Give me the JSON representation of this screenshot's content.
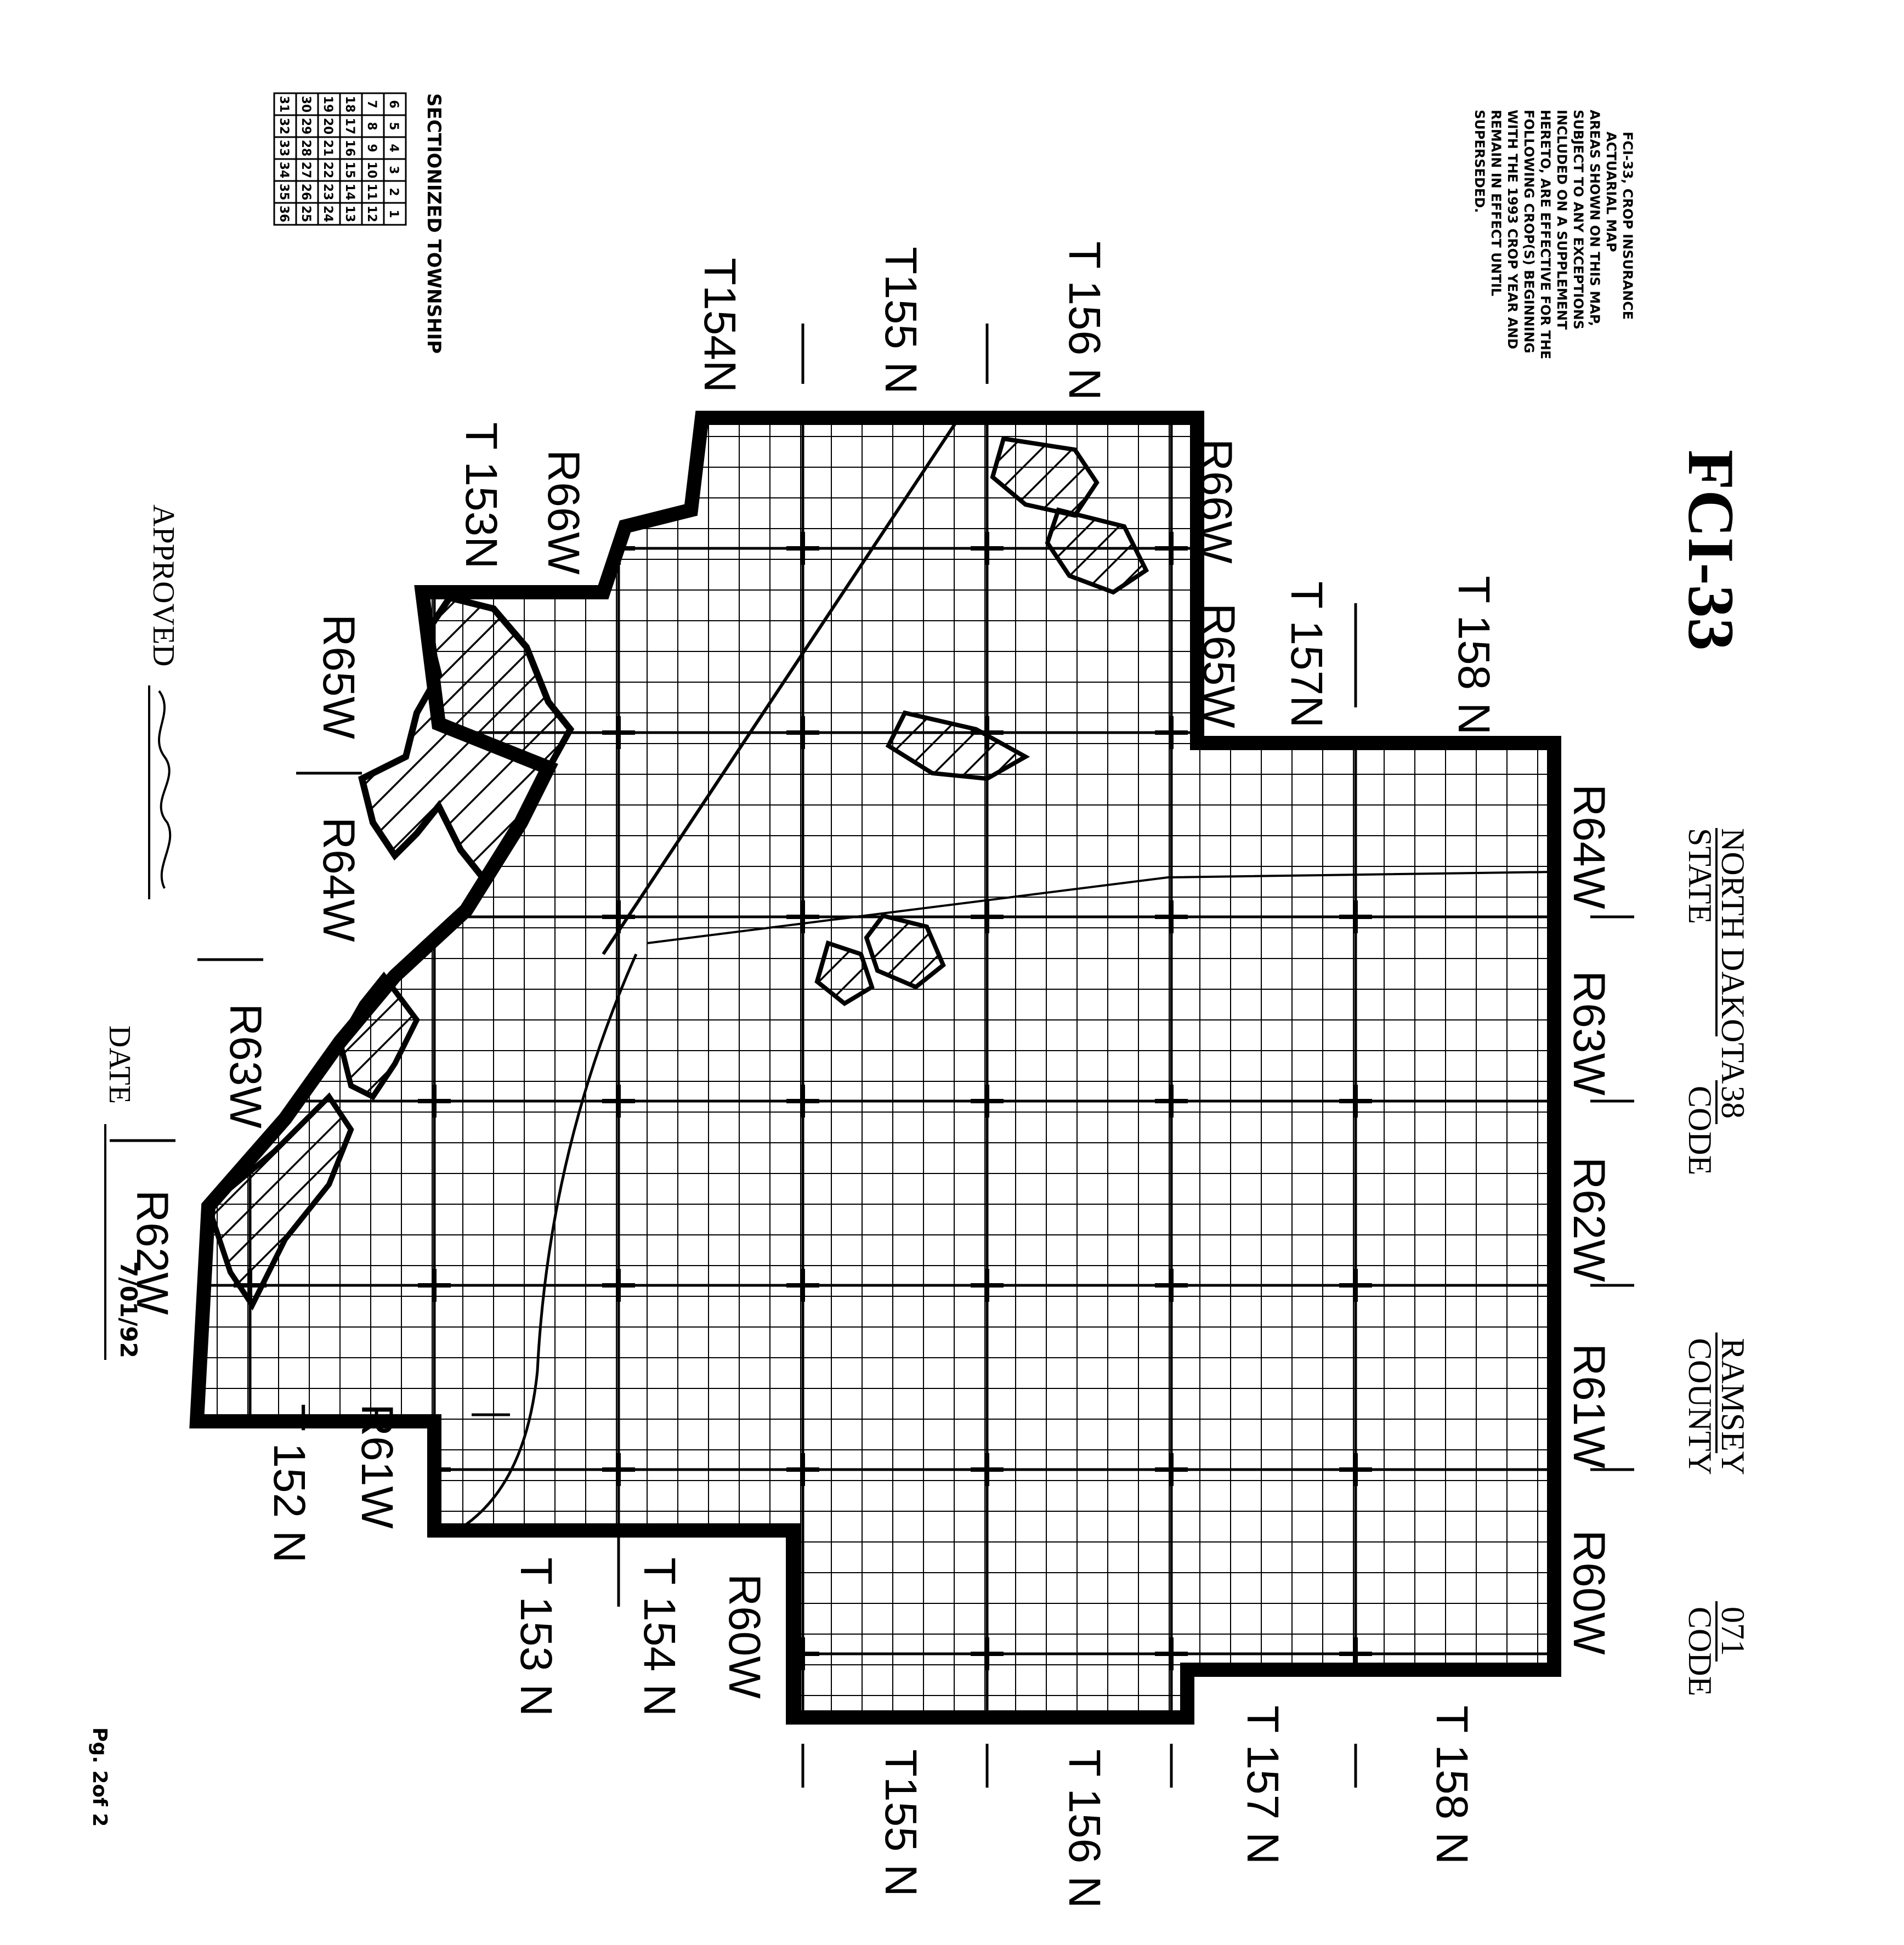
{
  "title": "FCI-33",
  "form_header": {
    "lines": [
      "FCI-33, CROP INSURANCE",
      "ACTUARIAL MAP",
      "AREAS SHOWN ON THIS MAP,",
      "SUBJECT TO ANY EXCEPTIONS",
      "INCLUDED ON A SUPPLEMENT",
      "HERETO, ARE EFFECTIVE FOR THE",
      "FOLLOWING CROP(S) BEGINNING",
      "WITH THE 1993 CROP YEAR AND",
      "REMAIN IN EFFECT UNTIL",
      "SUPERSEDED."
    ]
  },
  "location": {
    "state_name": "NORTH DAKOTA",
    "state_label": "STATE",
    "state_code": "38",
    "county_name": "RAMSEY",
    "county_label": "COUNTY",
    "county_code": "071",
    "code_label": "CODE"
  },
  "sectionized_township": {
    "title": "SECTIONIZED TOWNSHIP",
    "rows": [
      [
        "6",
        "5",
        "4",
        "3",
        "2",
        "1"
      ],
      [
        "7",
        "8",
        "9",
        "10",
        "11",
        "12"
      ],
      [
        "18",
        "17",
        "16",
        "15",
        "14",
        "13"
      ],
      [
        "19",
        "20",
        "21",
        "22",
        "23",
        "24"
      ],
      [
        "30",
        "29",
        "28",
        "27",
        "26",
        "25"
      ],
      [
        "31",
        "32",
        "33",
        "34",
        "35",
        "36"
      ]
    ]
  },
  "approved_label": "APPROVED",
  "date_label": "DATE",
  "date_value": "7/01/92",
  "page_label": "Pg. 2of 2",
  "township_labels": {
    "top": [
      "T154N",
      "T155 N",
      "T 156 N",
      "T 157N",
      "T 158 N"
    ],
    "bottom": [
      "T 153 N",
      "T 154 N",
      "T155 N",
      "T 156 N",
      "T 157 N",
      "T 158 N"
    ],
    "left": [
      "T 153N",
      "T 152 N"
    ]
  },
  "range_labels": {
    "right": [
      "R64W",
      "R63W",
      "R62W",
      "R61W",
      "R60W"
    ],
    "upper": [
      "R66W",
      "R65W",
      "R66W",
      "R65W"
    ],
    "left": [
      "R64W",
      "R63W",
      "R62W",
      "R61W",
      "R60W"
    ]
  },
  "map_colors": {
    "ink": "#000000",
    "paper": "#ffffff"
  }
}
